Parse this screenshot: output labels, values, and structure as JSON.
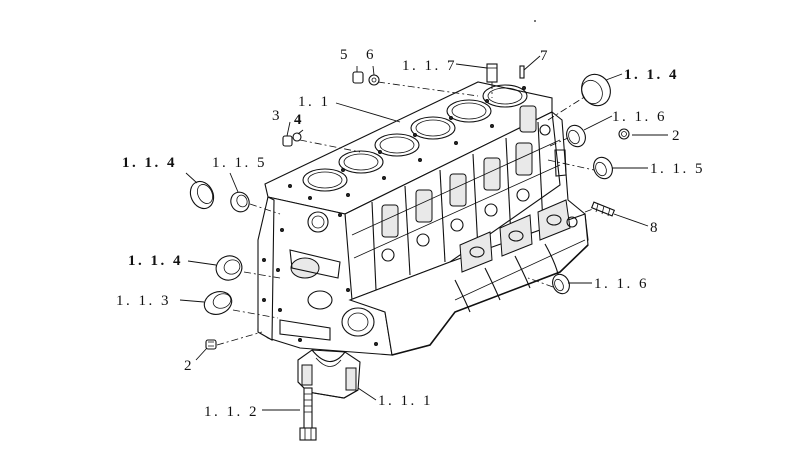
{
  "callouts": [
    {
      "id": "c-5",
      "text": "5"
    },
    {
      "id": "c-6",
      "text": "6"
    },
    {
      "id": "c-117",
      "text": "1. 1. 7"
    },
    {
      "id": "c-7",
      "text": "7"
    },
    {
      "id": "c-114-top",
      "text": "1. 1. 4"
    },
    {
      "id": "c-11",
      "text": "1. 1"
    },
    {
      "id": "c-3",
      "text": "3"
    },
    {
      "id": "c-4",
      "text": "4"
    },
    {
      "id": "c-116-top",
      "text": "1. 1. 6"
    },
    {
      "id": "c-2-right",
      "text": "2"
    },
    {
      "id": "c-114-left",
      "text": "1. 1. 4"
    },
    {
      "id": "c-115-left",
      "text": "1. 1. 5"
    },
    {
      "id": "c-115-right",
      "text": "1. 1. 5"
    },
    {
      "id": "c-8",
      "text": "8"
    },
    {
      "id": "c-114-mid",
      "text": "1. 1. 4"
    },
    {
      "id": "c-116-bottom",
      "text": "1. 1. 6"
    },
    {
      "id": "c-113",
      "text": "1. 1. 3"
    },
    {
      "id": "c-2-left",
      "text": "2"
    },
    {
      "id": "c-112",
      "text": "1. 1. 2"
    },
    {
      "id": "c-111",
      "text": "1. 1. 1"
    }
  ]
}
